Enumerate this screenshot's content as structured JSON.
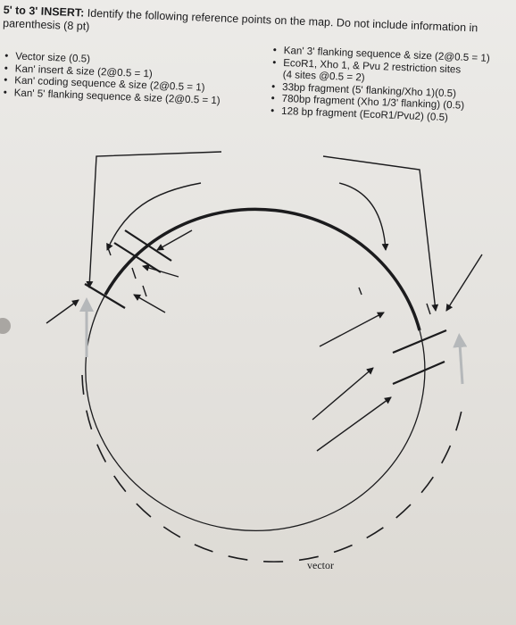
{
  "header": {
    "line1_bold": "5' to 3' INSERT:",
    "line1_rest": " Identify the following reference points on the map.  Do not include information in",
    "line2": "parenthesis (8 pt)"
  },
  "left_list": [
    "Vector size (0.5)",
    "Kan' insert & size (2@0.5 = 1)",
    "Kan' coding sequence & size (2@0.5 = 1)",
    "Kan'  5' flanking sequence & size (2@0.5 = 1)"
  ],
  "right_list": [
    "Kan' 3' flanking sequence & size (2@0.5 = 1)",
    "EcoR1, Xho 1, & Pvu 2 restriction sites",
    "(4 sites @0.5 = 2)",
    "33bp fragment (5' flanking/Xho 1)(0.5)",
    "780bp fragment (Xho 1/3' flanking) (0.5)",
    "128 bp fragment (EcoR1/Pvu2) (0.5)"
  ],
  "diagram": {
    "vector_label": "vector"
  }
}
